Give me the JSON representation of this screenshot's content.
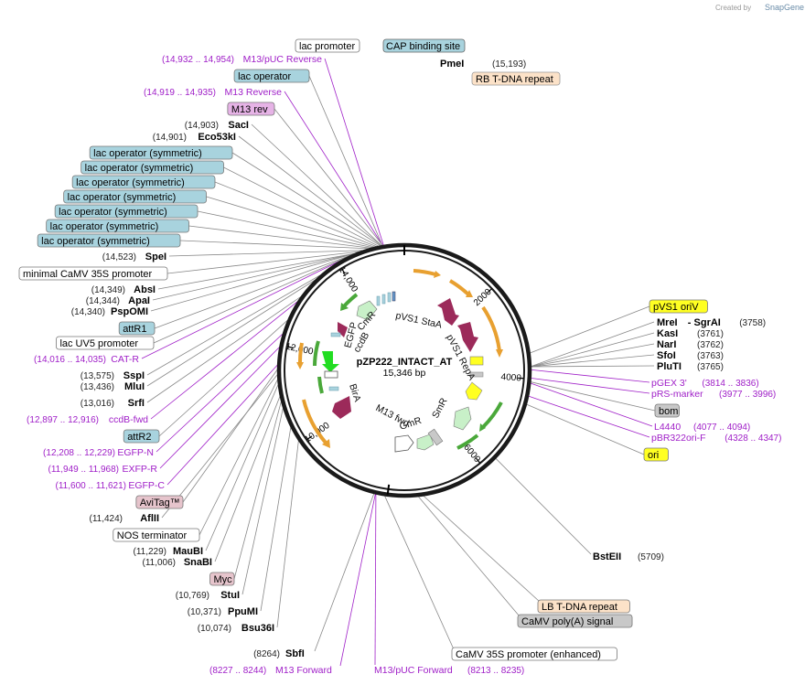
{
  "watermark": {
    "created_by": "Created by",
    "brand": "SnapGene"
  },
  "plasmid": {
    "name": "pZP222_INTACT_AT",
    "size": "15,346 bp",
    "length": 15346
  },
  "colors": {
    "blue_box": "#a8d3de",
    "pink_box": "#e6b3e6",
    "peach_box": "#fce2c8",
    "yellow_box": "#ffff22",
    "gray_box": "#c8c8c8",
    "mauve_box": "#e6c4cc",
    "primer": "#a020c8",
    "cds_maroon": "#9c2a5a",
    "cds_orange": "#e8a030",
    "cds_green": "#4aa83a",
    "cds_mint": "#c8f0c8",
    "cds_bright_green": "#22dd22"
  },
  "ticks": [
    "2000",
    "4000",
    "6000",
    "10,000",
    "12,000",
    "14,000"
  ],
  "top_features": [
    {
      "text": "lac promoter",
      "style": "white",
      "bp": 15050
    },
    {
      "text": "CAP binding site",
      "style": "blue",
      "bp": 15010
    },
    {
      "text": "RB T-DNA repeat",
      "style": "peach",
      "bp": 120
    }
  ],
  "pmeI": {
    "name": "PmeI",
    "pos": "(15,193)",
    "bp": 15193
  },
  "left_labels": [
    {
      "kind": "primer",
      "pos": "(14,932 .. 14,954)",
      "name": "M13/pUC Reverse",
      "bp": 14943
    },
    {
      "kind": "box",
      "style": "blue",
      "text": "lac operator",
      "bp": 14920
    },
    {
      "kind": "primer",
      "pos": "(14,919 .. 14,935)",
      "name": "M13 Reverse",
      "bp": 14927
    },
    {
      "kind": "box",
      "style": "pink",
      "text": "M13 rev",
      "bp": 14925
    },
    {
      "kind": "site",
      "pos": "(14,903)",
      "name": "SacI",
      "bp": 14903
    },
    {
      "kind": "site",
      "pos": "(14,901)",
      "name": "Eco53kI",
      "bp": 14901
    },
    {
      "kind": "box",
      "style": "blue",
      "text": "lac operator (symmetric)",
      "bp": 14880
    },
    {
      "kind": "box",
      "style": "blue",
      "text": "lac operator (symmetric)",
      "bp": 14840
    },
    {
      "kind": "box",
      "style": "blue",
      "text": "lac operator (symmetric)",
      "bp": 14800
    },
    {
      "kind": "box",
      "style": "blue",
      "text": "lac operator (symmetric)",
      "bp": 14760
    },
    {
      "kind": "box",
      "style": "blue",
      "text": "lac operator (symmetric)",
      "bp": 14720
    },
    {
      "kind": "box",
      "style": "blue",
      "text": "lac operator (symmetric)",
      "bp": 14680
    },
    {
      "kind": "box",
      "style": "blue",
      "text": "lac operator (symmetric)",
      "bp": 14640
    },
    {
      "kind": "site",
      "pos": "(14,523)",
      "name": "SpeI",
      "bp": 14523
    },
    {
      "kind": "box",
      "style": "white",
      "text": "minimal CaMV 35S promoter",
      "bp": 14450
    },
    {
      "kind": "site",
      "pos": "(14,349)",
      "name": "AbsI",
      "bp": 14349
    },
    {
      "kind": "site",
      "pos": "(14,344)",
      "name": "ApaI",
      "bp": 14344
    },
    {
      "kind": "site",
      "pos": "(14,340)",
      "name": "PspOMI",
      "bp": 14340
    },
    {
      "kind": "box",
      "style": "blue",
      "text": "attR1",
      "bp": 14250
    },
    {
      "kind": "box",
      "style": "white",
      "text": "lac UV5 promoter",
      "bp": 14150
    },
    {
      "kind": "primer",
      "pos": "(14,016 .. 14,035)",
      "name": "CAT-R",
      "bp": 14025
    },
    {
      "kind": "site",
      "pos": "(13,575)",
      "name": "SspI",
      "bp": 13575
    },
    {
      "kind": "site",
      "pos": "(13,436)",
      "name": "MluI",
      "bp": 13436
    },
    {
      "kind": "site",
      "pos": "(13,016)",
      "name": "SrfI",
      "bp": 13016
    },
    {
      "kind": "primer",
      "pos": "(12,897 .. 12,916)",
      "name": "ccdB-fwd",
      "bp": 12906
    },
    {
      "kind": "box",
      "style": "blue",
      "text": "attR2",
      "bp": 12500
    },
    {
      "kind": "primer",
      "pos": "(12,208 .. 12,229)",
      "name": "EGFP-N",
      "bp": 12218
    },
    {
      "kind": "primer",
      "pos": "(11,949 .. 11,968)",
      "name": "EXFP-R",
      "bp": 11958
    },
    {
      "kind": "primer",
      "pos": "(11,600 .. 11,621)",
      "name": "EGFP-C",
      "bp": 11610
    },
    {
      "kind": "box",
      "style": "mauve",
      "text": "AviTag™",
      "bp": 11520
    },
    {
      "kind": "site",
      "pos": "(11,424)",
      "name": "AflII",
      "bp": 11424
    },
    {
      "kind": "box",
      "style": "white",
      "text": "NOS terminator",
      "bp": 11330
    },
    {
      "kind": "site",
      "pos": "(11,229)",
      "name": "MauBI",
      "bp": 11229
    },
    {
      "kind": "site",
      "pos": "(11,006)",
      "name": "SnaBI",
      "bp": 11006
    },
    {
      "kind": "box",
      "style": "mauve",
      "text": "Myc",
      "bp": 10900
    },
    {
      "kind": "site",
      "pos": "(10,769)",
      "name": "StuI",
      "bp": 10769
    },
    {
      "kind": "site",
      "pos": "(10,371)",
      "name": "PpuMI",
      "bp": 10371
    },
    {
      "kind": "site",
      "pos": "(10,074)",
      "name": "Bsu36I",
      "bp": 10074
    }
  ],
  "bottom_labels": [
    {
      "kind": "site",
      "pos": "(8264)",
      "name": "SbfI",
      "bp": 8264
    },
    {
      "kind": "primer",
      "pos": "(8227 .. 8244)",
      "name": "M13 Forward",
      "bp": 8235
    },
    {
      "kind": "primer",
      "name": "M13/pUC Forward",
      "pos": "(8213 .. 8235)",
      "bp": 8224
    },
    {
      "kind": "box",
      "style": "white",
      "text": "CaMV 35S promoter (enhanced)",
      "bp": 8050
    },
    {
      "kind": "box",
      "style": "gray",
      "text": "CaMV poly(A) signal",
      "bp": 7400
    },
    {
      "kind": "box",
      "style": "peach",
      "text": "LB T-DNA repeat",
      "bp": 7300
    },
    {
      "kind": "site",
      "name": "BstEII",
      "pos": "(5709)",
      "bp": 5709
    }
  ],
  "right_labels": [
    {
      "kind": "box",
      "style": "yellow",
      "text": "pVS1 oriV",
      "bp": 3500
    },
    {
      "kind": "site",
      "name": "MreI",
      "suffix": "- SgrAI",
      "pos": "(3758)",
      "bp": 3758
    },
    {
      "kind": "site",
      "name": "KasI",
      "pos": "(3761)",
      "bp": 3761
    },
    {
      "kind": "site",
      "name": "NarI",
      "pos": "(3762)",
      "bp": 3762
    },
    {
      "kind": "site",
      "name": "SfoI",
      "pos": "(3763)",
      "bp": 3763
    },
    {
      "kind": "site",
      "name": "PluTI",
      "pos": "(3765)",
      "bp": 3765
    },
    {
      "kind": "primer",
      "name": "pGEX 3'",
      "pos": "(3814 .. 3836)",
      "bp": 3825
    },
    {
      "kind": "primer",
      "name": "pRS-marker",
      "pos": "(3977 .. 3996)",
      "bp": 3986
    },
    {
      "kind": "box",
      "style": "gray",
      "text": "bom",
      "bp": 4060
    },
    {
      "kind": "primer",
      "name": "L4440",
      "pos": "(4077 .. 4094)",
      "bp": 4085
    },
    {
      "kind": "primer",
      "name": "pBR322ori-F",
      "pos": "(4328 .. 4347)",
      "bp": 4337
    },
    {
      "kind": "box",
      "style": "yellow",
      "text": "ori",
      "bp": 4500
    }
  ],
  "inner_labels": {
    "cmr": "CmR",
    "ccdb": "ccdB",
    "egfp": "EGFP",
    "bira": "BirA",
    "pvs1_sta": "pVS1 StaA",
    "pvs1_rep": "pVS1 RepA",
    "smr": "SmR",
    "gmr": "GmR",
    "m13fwd": "M13 fwd"
  }
}
